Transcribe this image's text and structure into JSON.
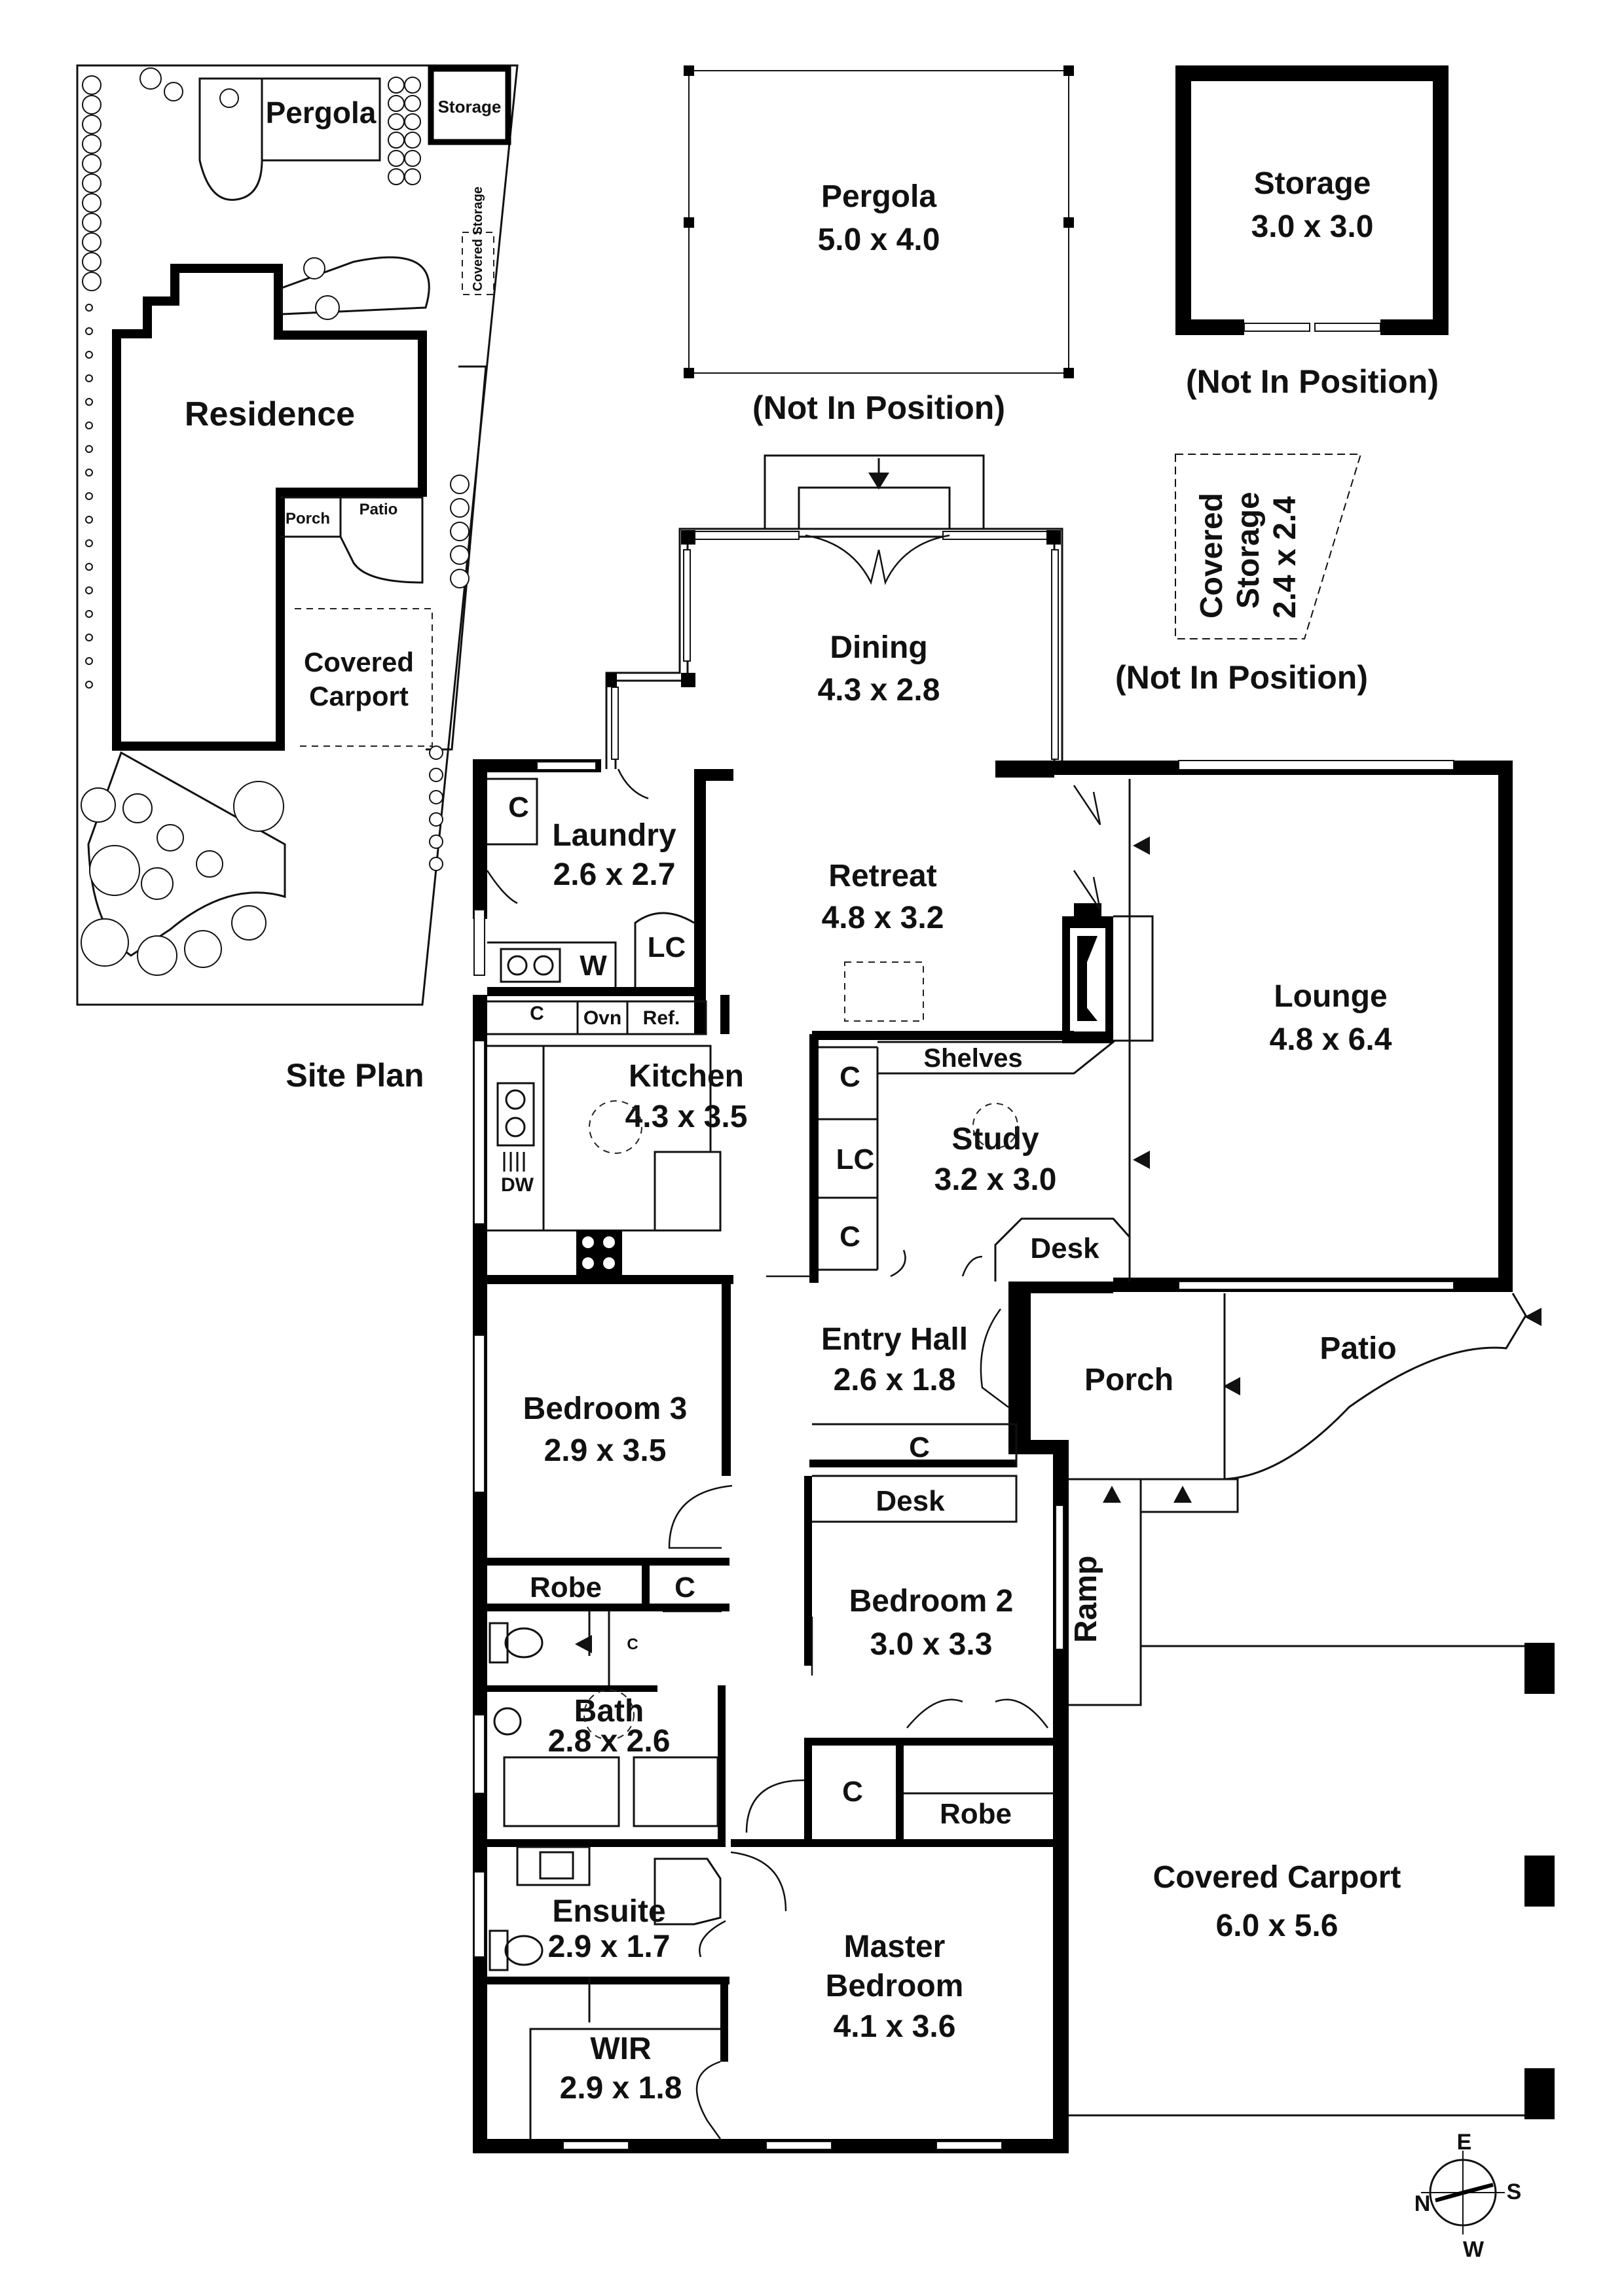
{
  "colors": {
    "ink": "#000000",
    "paper": "#ffffff"
  },
  "icons": [
    "compass-icon",
    "north-arrow-icon",
    "sink-icon",
    "stove-icon",
    "toilet-icon",
    "basin-icon",
    "fireplace-icon",
    "shrub-icon"
  ],
  "site_plan": {
    "title": "Site Plan",
    "labels": {
      "pergola": "Pergola",
      "storage": "Storage",
      "covered_storage": "Covered Storage",
      "residence": "Residence",
      "porch": "Porch",
      "patio": "Patio",
      "carport_line1": "Covered",
      "carport_line2": "Carport"
    }
  },
  "outbuildings": {
    "pergola": {
      "name": "Pergola",
      "dims": "5.0 x 4.0",
      "note": "(Not In Position)"
    },
    "storage": {
      "name": "Storage",
      "dims": "3.0 x 3.0",
      "note": "(Not In Position)"
    },
    "covered_storage": {
      "line1": "Covered",
      "line2": "Storage",
      "dims": "2.4 x 2.4",
      "note": "(Not In Position)"
    }
  },
  "rooms": {
    "dining": {
      "name": "Dining",
      "dims": "4.3 x 2.8"
    },
    "laundry": {
      "name": "Laundry",
      "dims": "2.6 x 2.7"
    },
    "retreat": {
      "name": "Retreat",
      "dims": "4.8 x 3.2"
    },
    "lounge": {
      "name": "Lounge",
      "dims": "4.8 x 6.4"
    },
    "kitchen": {
      "name": "Kitchen",
      "dims": "4.3 x 3.5"
    },
    "study": {
      "name": "Study",
      "dims": "3.2 x 3.0"
    },
    "entry_hall": {
      "name": "Entry Hall",
      "dims": "2.6 x 1.8"
    },
    "porch": {
      "name": "Porch"
    },
    "patio": {
      "name": "Patio"
    },
    "bedroom3": {
      "name": "Bedroom 3",
      "dims": "2.9 x 3.5"
    },
    "bedroom2": {
      "name": "Bedroom 2",
      "dims": "3.0 x 3.3"
    },
    "bath": {
      "name": "Bath",
      "dims": "2.8 x 2.6"
    },
    "ensuite": {
      "name": "Ensuite",
      "dims": "2.9 x 1.7"
    },
    "master": {
      "line1": "Master",
      "line2": "Bedroom",
      "dims": "4.1 x 3.6"
    },
    "wir": {
      "name": "WIR",
      "dims": "2.9 x 1.8"
    },
    "carport": {
      "name": "Covered Carport",
      "dims": "6.0 x 5.6"
    },
    "ramp": {
      "name": "Ramp"
    }
  },
  "fixtures": {
    "c": "C",
    "lc": "LC",
    "w": "W",
    "ovn": "Ovn",
    "ref": "Ref.",
    "dw": "DW",
    "shelves": "Shelves",
    "desk": "Desk",
    "robe": "Robe"
  },
  "compass": {
    "e": "E",
    "s": "S",
    "w": "W",
    "n": "N"
  }
}
